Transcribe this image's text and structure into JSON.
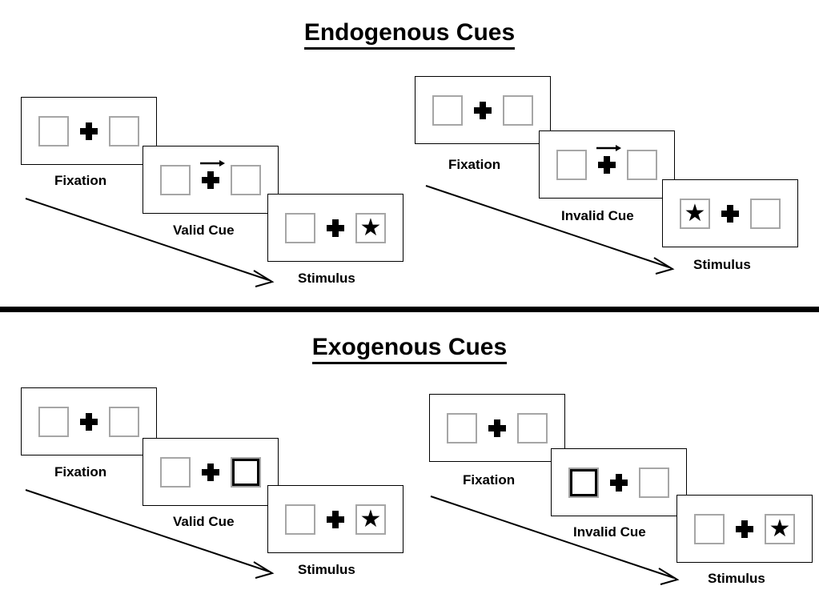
{
  "figure": {
    "title_top": "Endogenous Cues",
    "title_bottom": "Exogenous Cues",
    "colors": {
      "ink": "#000000",
      "box_outline": "#a6a6a6",
      "frame_outline": "#000000",
      "background": "#ffffff"
    }
  },
  "sections": [
    {
      "id": "endogenous",
      "heading": "Endogenous Cues",
      "sequences": [
        {
          "id": "endogenous-valid",
          "steps": [
            {
              "caption": "Fixation",
              "left_box": "empty",
              "right_box": "empty",
              "center": "fixation-cross",
              "cue": "none"
            },
            {
              "caption": "Valid Cue",
              "left_box": "empty",
              "right_box": "empty",
              "center": "fixation-cross",
              "cue": "arrow-right"
            },
            {
              "caption": "Stimulus",
              "left_box": "empty",
              "right_box": "star",
              "center": "fixation-cross",
              "cue": "none"
            }
          ]
        },
        {
          "id": "endogenous-invalid",
          "steps": [
            {
              "caption": "Fixation",
              "left_box": "empty",
              "right_box": "empty",
              "center": "fixation-cross",
              "cue": "none"
            },
            {
              "caption": "Invalid Cue",
              "left_box": "empty",
              "right_box": "empty",
              "center": "fixation-cross",
              "cue": "arrow-right"
            },
            {
              "caption": "Stimulus",
              "left_box": "star",
              "right_box": "empty",
              "center": "fixation-cross",
              "cue": "none"
            }
          ]
        }
      ]
    },
    {
      "id": "exogenous",
      "heading": "Exogenous Cues",
      "sequences": [
        {
          "id": "exogenous-valid",
          "steps": [
            {
              "caption": "Fixation",
              "left_box": "empty",
              "right_box": "empty",
              "center": "fixation-cross",
              "cue": "none"
            },
            {
              "caption": "Valid Cue",
              "left_box": "empty",
              "right_box": "highlighted",
              "center": "fixation-cross",
              "cue": "none"
            },
            {
              "caption": "Stimulus",
              "left_box": "empty",
              "right_box": "star",
              "center": "fixation-cross",
              "cue": "none"
            }
          ]
        },
        {
          "id": "exogenous-invalid",
          "steps": [
            {
              "caption": "Fixation",
              "left_box": "empty",
              "right_box": "empty",
              "center": "fixation-cross",
              "cue": "none"
            },
            {
              "caption": "Invalid Cue",
              "left_box": "highlighted",
              "right_box": "empty",
              "center": "fixation-cross",
              "cue": "none"
            },
            {
              "caption": "Stimulus",
              "left_box": "empty",
              "right_box": "star",
              "center": "fixation-cross",
              "cue": "none"
            }
          ]
        }
      ]
    }
  ],
  "glyphs": {
    "star": "★"
  },
  "captions": {
    "tl_1": "Fixation",
    "tl_2": "Valid Cue",
    "tl_3": "Stimulus",
    "tr_1": "Fixation",
    "tr_2": "Invalid Cue",
    "tr_3": "Stimulus",
    "bl_1": "Fixation",
    "bl_2": "Valid Cue",
    "bl_3": "Stimulus",
    "br_1": "Fixation",
    "br_2": "Invalid Cue",
    "br_3": "Stimulus"
  },
  "time_arrows": [
    {
      "id": "time-arrow-endogenous-valid",
      "direction": "down-right"
    },
    {
      "id": "time-arrow-endogenous-invalid",
      "direction": "down-right"
    },
    {
      "id": "time-arrow-exogenous-valid",
      "direction": "down-right"
    },
    {
      "id": "time-arrow-exogenous-invalid",
      "direction": "down-right"
    }
  ]
}
